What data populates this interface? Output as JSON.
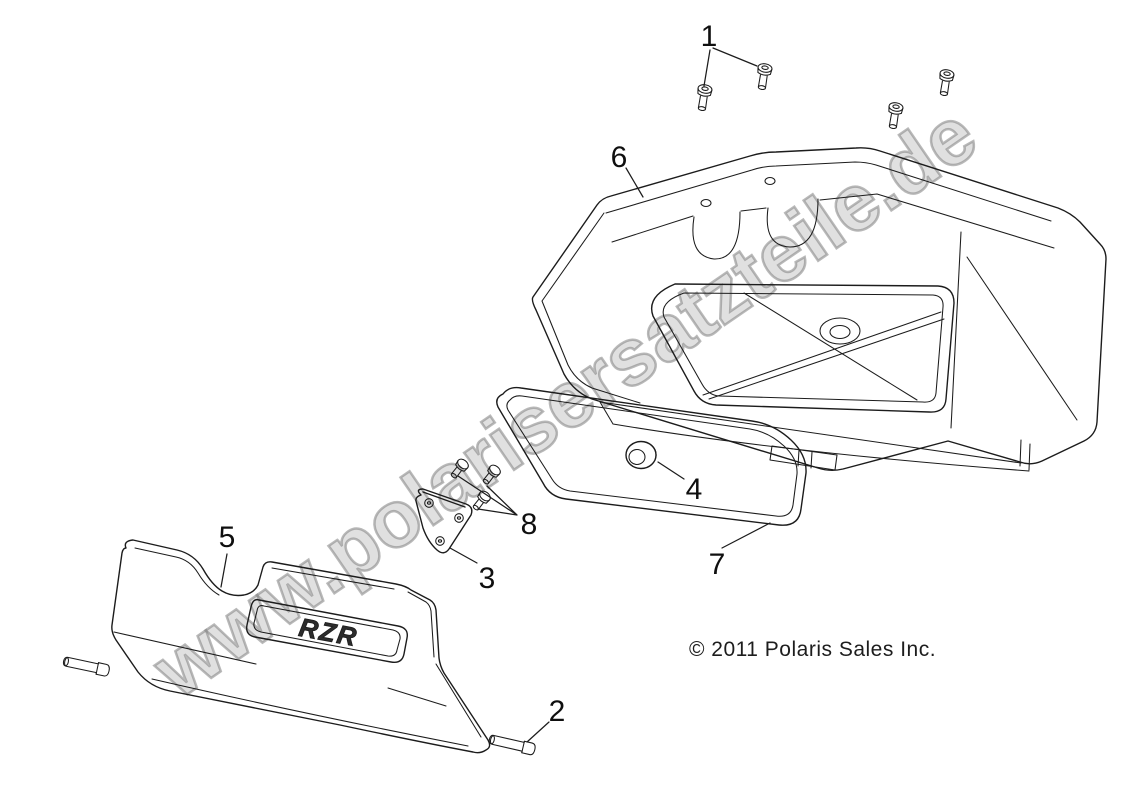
{
  "diagram": {
    "watermark": "www.polarisersatzteile.de",
    "copyright": "© 2011 Polaris Sales Inc.",
    "logo_text": "RZR",
    "colors": {
      "background": "#ffffff",
      "line_art": "#1c1c1c",
      "watermark_gray": "#bdbdbd",
      "callout_text": "#0f0f0f"
    }
  },
  "callouts": [
    {
      "label": "1",
      "target": "screws-top"
    },
    {
      "label": "2",
      "target": "hinge-pin-bottom"
    },
    {
      "label": "3",
      "target": "bracket"
    },
    {
      "label": "4",
      "target": "grommet"
    },
    {
      "label": "5",
      "target": "glovebox-door-panel"
    },
    {
      "label": "6",
      "target": "glovebox-housing"
    },
    {
      "label": "7",
      "target": "door-seal"
    },
    {
      "label": "8",
      "target": "small-screws"
    }
  ]
}
